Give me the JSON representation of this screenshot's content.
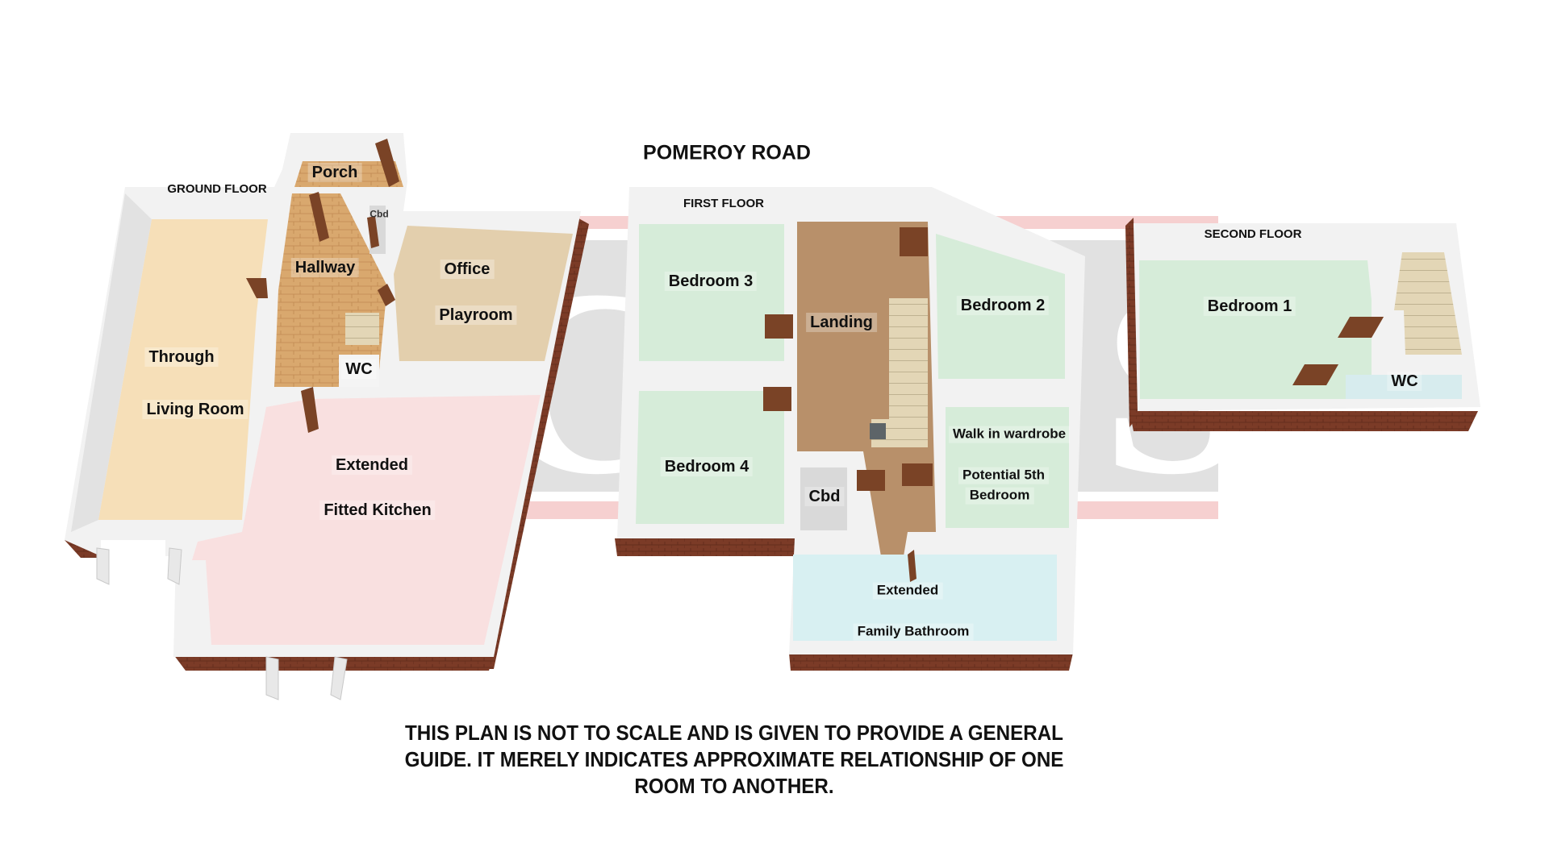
{
  "title": "POMEROY ROAD",
  "watermark": {
    "text": "ACRES",
    "box_color": "#dedede",
    "stripe_color": "#f6cccc",
    "letter_color": "#ffffff"
  },
  "colors": {
    "wall_top": "#f2f2f2",
    "wall_inner": "#e2e2e2",
    "brick": "#7b3b27",
    "door": "#7a4326",
    "wood_floor": "#d9a86e",
    "living_room": "#f6dfb8",
    "office": "#e3cfad",
    "kitchen": "#f9e0e0",
    "bedroom": "#d6ecd9",
    "landing": "#b8906a",
    "stairs": "#e3d6b6",
    "bathroom": "#d8f0f2",
    "wc": "#d7ecee",
    "cupboard": "#d9d9d9"
  },
  "floors": {
    "ground": {
      "label": "GROUND FLOOR",
      "rooms": {
        "porch": "Porch",
        "cbd": "Cbd",
        "hallway": "Hallway",
        "office": "Office",
        "playroom": "Playroom",
        "living_line1": "Through",
        "living_line2": "Living Room",
        "wc": "WC",
        "kitchen_line1": "Extended",
        "kitchen_line2": "Fitted Kitchen"
      }
    },
    "first": {
      "label": "FIRST FLOOR",
      "rooms": {
        "bedroom3": "Bedroom 3",
        "landing": "Landing",
        "bedroom2": "Bedroom 2",
        "bedroom4": "Bedroom 4",
        "cbd": "Cbd",
        "walk_in": "Walk in wardrobe",
        "potential_line1": "Potential 5th",
        "potential_line2": "Bedroom",
        "bath_line1": "Extended",
        "bath_line2": "Family Bathroom"
      }
    },
    "second": {
      "label": "SECOND FLOOR",
      "rooms": {
        "bedroom1": "Bedroom 1",
        "wc": "WC"
      }
    }
  },
  "disclaimer": {
    "line1": "THIS PLAN IS NOT TO SCALE AND IS GIVEN TO PROVIDE A GENERAL",
    "line2": "GUIDE. IT MERELY INDICATES APPROXIMATE RELATIONSHIP OF ONE",
    "line3": "ROOM TO ANOTHER."
  }
}
